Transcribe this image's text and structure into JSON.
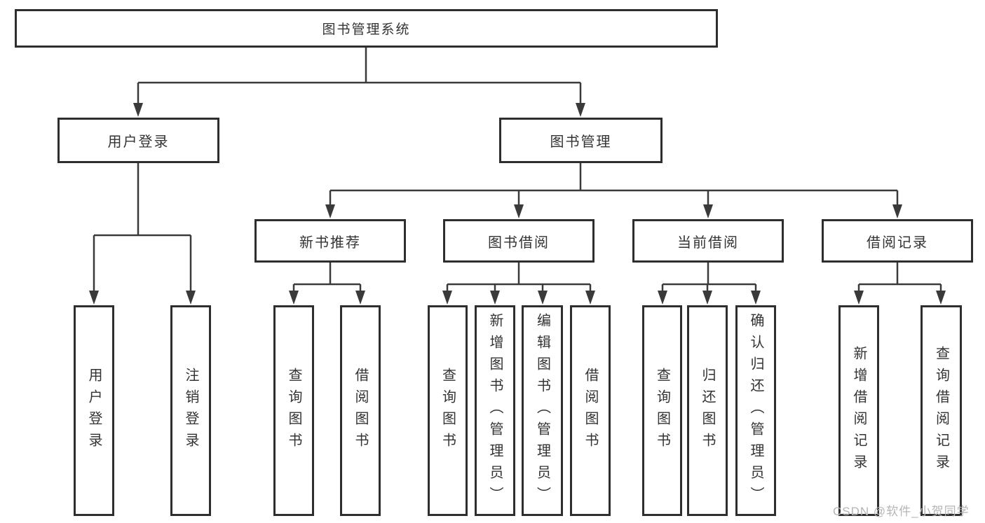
{
  "diagram": {
    "root": {
      "label": "图书管理系统"
    },
    "level2": [
      {
        "label": "用户登录"
      },
      {
        "label": "图书管理"
      }
    ],
    "level3": [
      {
        "label": "新书推荐"
      },
      {
        "label": "图书借阅"
      },
      {
        "label": "当前借阅"
      },
      {
        "label": "借阅记录"
      }
    ],
    "leaves": [
      {
        "label": "用户登录"
      },
      {
        "label": "注销登录"
      },
      {
        "label": "查询图书"
      },
      {
        "label": "借阅图书"
      },
      {
        "label": "查询图书"
      },
      {
        "label": "新增图书（管理员）"
      },
      {
        "label": "编辑图书（管理员）"
      },
      {
        "label": "借阅图书"
      },
      {
        "label": "查询图书"
      },
      {
        "label": "归还图书"
      },
      {
        "label": "确认归还（管理员）"
      },
      {
        "label": "新增借阅记录"
      },
      {
        "label": "查询借阅记录"
      }
    ]
  },
  "watermark": {
    "text": "CSDN @软件_小贺同学"
  },
  "colors": {
    "line": "#3a3a3a",
    "box_border": "#2e2e2e",
    "text": "#333333",
    "background": "#ffffff",
    "watermark": "#b5b5b5"
  }
}
